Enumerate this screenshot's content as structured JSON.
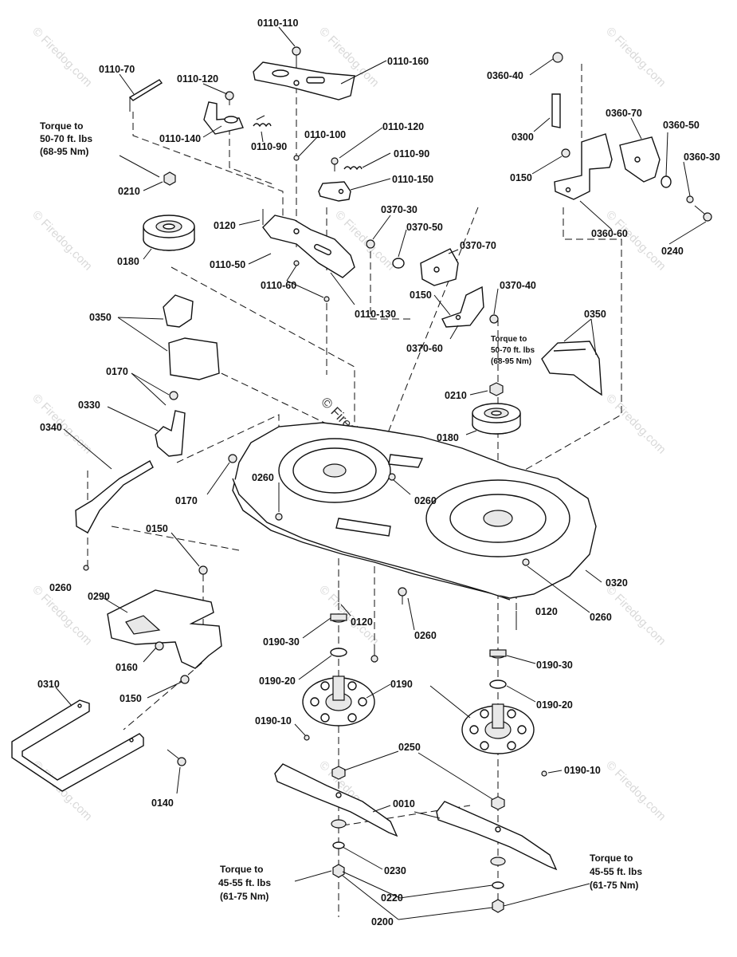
{
  "watermarks": {
    "small": "© Firedog.com",
    "center": "© Firedog.com"
  },
  "labels": {
    "p0110_110": "0110-110",
    "p0110_70": "0110-70",
    "p0110_120a": "0110-120",
    "p0110_160": "0110-160",
    "p0110_140": "0110-140",
    "p0110_90a": "0110-90",
    "p0110_100": "0110-100",
    "p0110_120b": "0110-120",
    "p0110_90b": "0110-90",
    "p0110_150": "0110-150",
    "p0120a": "0120",
    "p0110_50": "0110-50",
    "p0110_60": "0110-60",
    "p0110_130": "0110-130",
    "p0210a": "0210",
    "p0180a": "0180",
    "p0360_40": "0360-40",
    "p0300": "0300",
    "p0360_70": "0360-70",
    "p0360_50": "0360-50",
    "p0150a": "0150",
    "p0360_30": "0360-30",
    "p0360_60": "0360-60",
    "p0240": "0240",
    "p0370_30": "0370-30",
    "p0370_50": "0370-50",
    "p0370_70": "0370-70",
    "p0150b": "0150",
    "p0370_40": "0370-40",
    "p0370_60": "0370-60",
    "p0350a": "0350",
    "p0350b": "0350",
    "p0170a": "0170",
    "p0330": "0330",
    "p0340": "0340",
    "p0210b": "0210",
    "p0180b": "0180",
    "p0260a": "0260",
    "p0260b": "0260",
    "p0170b": "0170",
    "p0150c": "0150",
    "p0260c": "0260",
    "p0320": "0320",
    "p0290": "0290",
    "p0120b": "0120",
    "p0120c": "0120",
    "p0260d": "0260",
    "p0260e": "0260",
    "p0190_30a": "0190-30",
    "p0190_30b": "0190-30",
    "p0160": "0160",
    "p0190_20a": "0190-20",
    "p0190_20b": "0190-20",
    "p0150d": "0150",
    "p0190a": "0190",
    "p0310": "0310",
    "p0190_10a": "0190-10",
    "p0190_10b": "0190-10",
    "p0140": "0140",
    "p0250": "0250",
    "p0010": "0010",
    "p0230": "0230",
    "p0220": "0220",
    "p0200": "0200"
  },
  "notes": {
    "torque_top_left": [
      "Torque to",
      "50-70 ft. lbs",
      "(68-95 Nm)"
    ],
    "torque_mid_right": [
      "Torque to",
      "50-70 ft. lbs",
      "(68-95 Nm)"
    ],
    "torque_bottom_left": [
      "Torque to",
      "45-55 ft. lbs",
      "(61-75 Nm)"
    ],
    "torque_bottom_right": [
      "Torque to",
      "45-55 ft. lbs",
      "(61-75 Nm)"
    ]
  }
}
